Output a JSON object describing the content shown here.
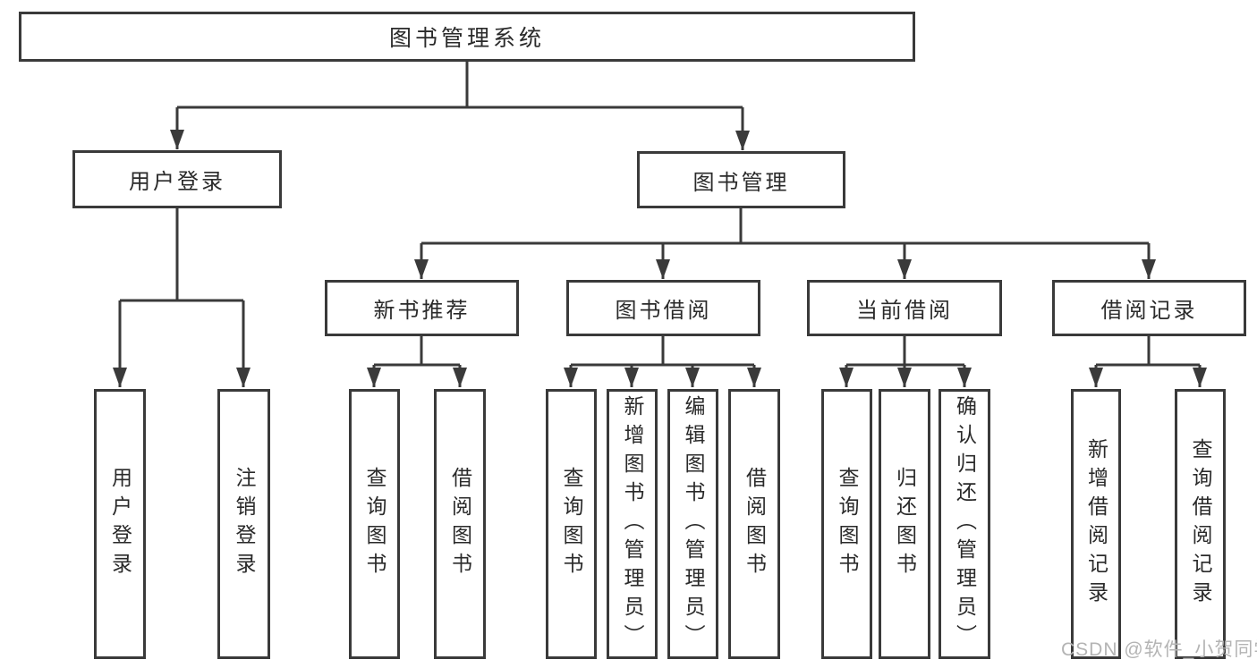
{
  "page": {
    "background": "#ffffff",
    "watermark": "CSDN @软件_小贺同学"
  },
  "colors": {
    "line": "#3a3a3a",
    "box_border": "#3a3a3a",
    "text": "#2a2a2a",
    "watermark_text": "#b4b4b4"
  },
  "tree": {
    "label": "图书管理系统",
    "children": [
      {
        "label": "用户登录",
        "children": [
          {
            "label": "用户登录"
          },
          {
            "label": "注销登录"
          }
        ]
      },
      {
        "label": "图书管理",
        "children": [
          {
            "label": "新书推荐",
            "children": [
              {
                "label": "查询图书"
              },
              {
                "label": "借阅图书"
              }
            ]
          },
          {
            "label": "图书借阅",
            "children": [
              {
                "label": "查询图书"
              },
              {
                "label": "新增图书（管理员）"
              },
              {
                "label": "编辑图书（管理员）"
              },
              {
                "label": "借阅图书"
              }
            ]
          },
          {
            "label": "当前借阅",
            "children": [
              {
                "label": "查询图书"
              },
              {
                "label": "归还图书"
              },
              {
                "label": "确认归还（管理员）"
              }
            ]
          },
          {
            "label": "借阅记录",
            "children": [
              {
                "label": "新增借阅记录"
              },
              {
                "label": "查询借阅记录"
              }
            ]
          }
        ]
      }
    ]
  }
}
